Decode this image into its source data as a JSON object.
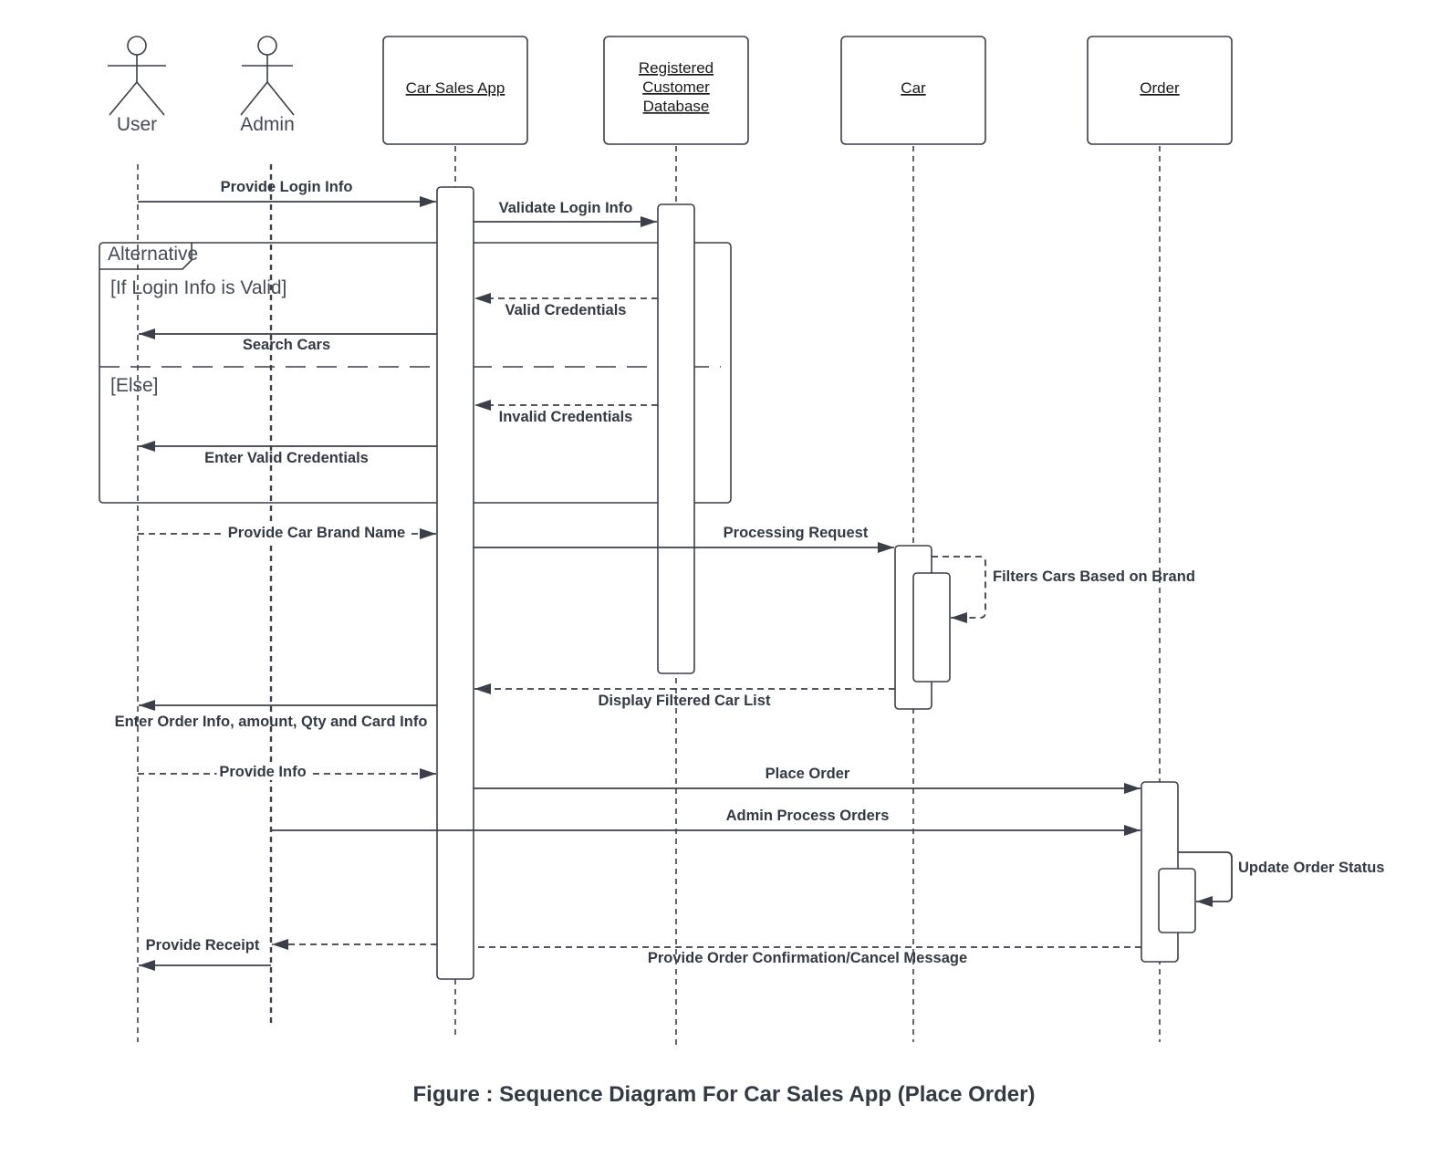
{
  "participants": {
    "user": "User",
    "admin": "Admin",
    "app": "Car Sales App",
    "db": [
      "Registered",
      "Customer",
      "Database"
    ],
    "car": "Car",
    "order": "Order"
  },
  "fragment": {
    "label": "Alternative",
    "guard_if": "[If Login Info is Valid]",
    "guard_else": "[Else]"
  },
  "messages": {
    "provide_login_info": "Provide Login Info",
    "validate_login_info": "Validate Login Info",
    "valid_credentials": "Valid Credentials",
    "search_cars": "Search Cars",
    "invalid_credentials": "Invalid Credentials",
    "enter_valid_credentials": "Enter Valid Credentials",
    "provide_car_brand": "Provide Car Brand Name",
    "processing_request": "Processing Request",
    "filters_cars": "Filters Cars Based on Brand",
    "display_filtered": "Display Filtered Car List",
    "enter_order_info": "Enter Order Info, amount, Qty and Card Info",
    "provide_info": "Provide Info",
    "place_order": "Place Order",
    "admin_process": "Admin Process Orders",
    "update_status": "Update Order Status",
    "provide_receipt": "Provide Receipt",
    "order_confirmation": "Provide Order Confirmation/Cancel Message"
  },
  "caption": "Figure : Sequence Diagram For Car Sales App (Place Order)",
  "colors": {
    "line": "#3a3f4a",
    "text": "#333a44"
  }
}
